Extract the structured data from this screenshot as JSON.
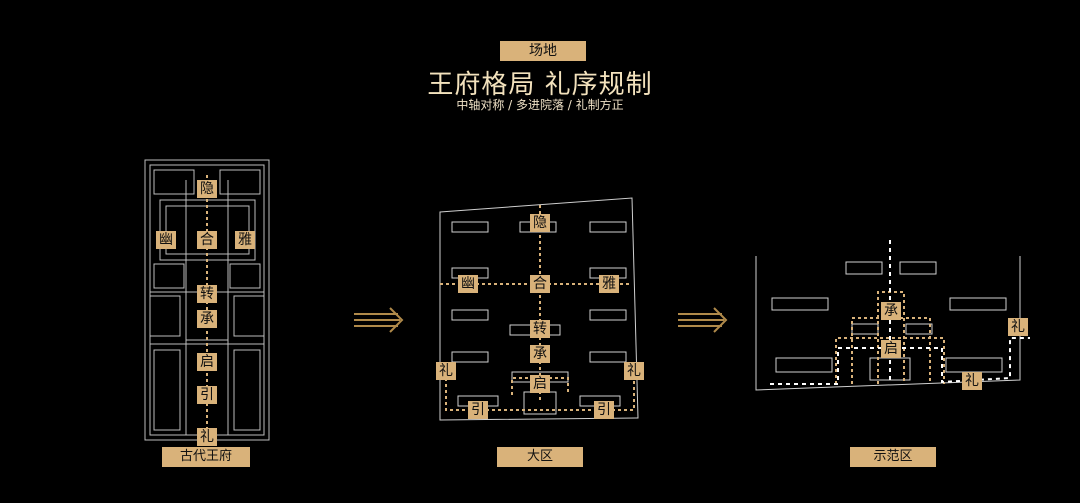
{
  "header": {
    "tag": "场地",
    "title": "王府格局  礼序规制",
    "subtitle": "中轴对称 / 多进院落 / 礼制方正"
  },
  "panels": [
    {
      "label": "古代王府",
      "nodes": [
        "隐",
        "幽",
        "合",
        "雅",
        "转",
        "承",
        "启",
        "引",
        "礼"
      ]
    },
    {
      "label": "大区",
      "nodes": [
        "隐",
        "幽",
        "合",
        "雅",
        "转",
        "承",
        "启",
        "礼",
        "礼",
        "引",
        "引"
      ]
    },
    {
      "label": "示范区",
      "nodes": [
        "承",
        "启",
        "礼",
        "礼"
      ]
    }
  ],
  "colors": {
    "accent": "#d9b27a",
    "line": "#d9b27a",
    "sketch": "#cfcfcf",
    "background": "#000000"
  },
  "icons": [
    "arrow-right-icon",
    "arrow-right-icon"
  ]
}
